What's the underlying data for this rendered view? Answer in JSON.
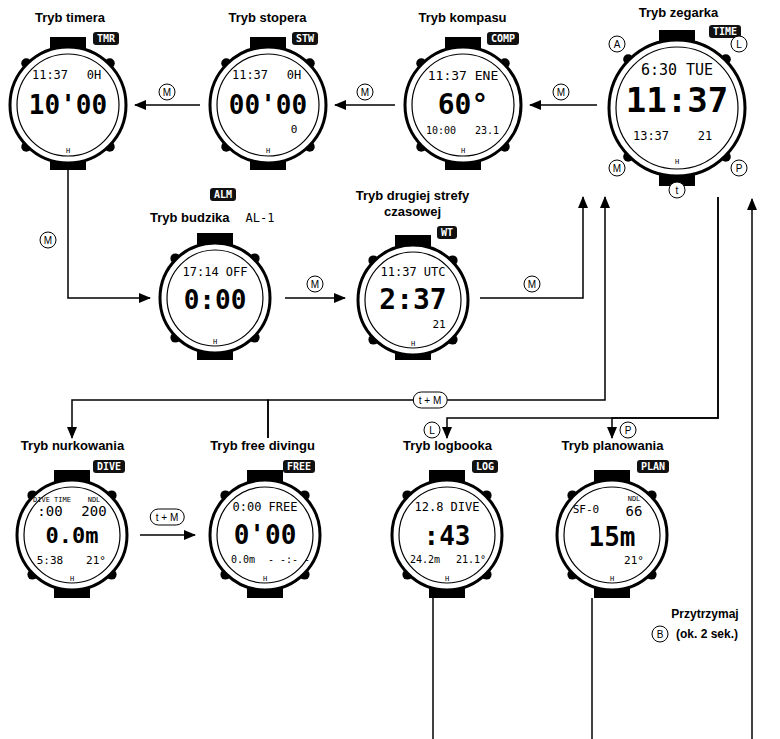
{
  "diagram": {
    "nodes": [
      {
        "text": [
          "Tryb zegarka",
          "TIME",
          "6:30 TUE",
          "11:37",
          "13:37",
          "21",
          "H"
        ]
      },
      {
        "text": [
          "Tryb kompasu",
          "COMP",
          "11:37 ENE",
          "60°",
          "10:00",
          "23.1",
          "H"
        ]
      },
      {
        "text": [
          "Tryb stopera",
          "STW",
          "11:37",
          "0H",
          "00'00",
          "0",
          "H"
        ]
      },
      {
        "text": [
          "Tryb timera",
          "TMR",
          "11:37",
          "0H",
          "10'00",
          "H"
        ]
      },
      {
        "text": [
          "Tryb budzika",
          "ALM",
          "AL-1",
          "17:14 OFF",
          "0:00",
          "H"
        ]
      },
      {
        "text": [
          "Tryb drugiej strefy czasowej",
          "WT",
          "11:37 UTC",
          "2:37",
          "21",
          "H"
        ]
      },
      {
        "text": [
          "Tryb nurkowania",
          "DIVE",
          "DIVE TIME",
          ":00",
          "NDL",
          "200",
          "0.0m",
          "5:38",
          "21°",
          "H"
        ]
      },
      {
        "text": [
          "Tryb free divingu",
          "FREE",
          "0:00 FREE",
          "0'00",
          "0.0m",
          "- -:- -",
          "H"
        ]
      },
      {
        "text": [
          "Tryb logbooka",
          "LOG",
          "12.8 DIVE",
          ":43",
          "24.2m",
          "21.1°",
          "H"
        ]
      },
      {
        "text": [
          "Tryb planowania",
          "PLAN",
          "SF-0",
          "NDL",
          "66",
          "15m",
          "21°",
          "H"
        ]
      }
    ],
    "edges": [
      {
        "from": 0,
        "to": 1,
        "label": "M",
        "arrow": "to"
      },
      {
        "from": 1,
        "to": 2,
        "label": "M",
        "arrow": "to"
      },
      {
        "from": 2,
        "to": 3,
        "label": "M",
        "arrow": "to"
      },
      {
        "from": 3,
        "to": 4,
        "label": "M",
        "arrow": "to"
      },
      {
        "from": 4,
        "to": 5,
        "label": "M",
        "arrow": "to"
      },
      {
        "from": 5,
        "to": 0,
        "label": "M",
        "arrow": "to"
      },
      {
        "from": 7,
        "to": 0,
        "label": "t + M",
        "arrow": "to"
      },
      {
        "from": 7,
        "to": 6,
        "arrow": "to"
      },
      {
        "from": 6,
        "to": 7,
        "label": "t + M",
        "arrow": "to"
      },
      {
        "from": 0,
        "to": 8,
        "label": "L",
        "arrow": "to"
      },
      {
        "from": 0,
        "to": 9,
        "label": "P",
        "arrow": "to"
      }
    ],
    "labels": [
      "A",
      "L",
      "M",
      "P",
      "t",
      "Przytrzymaj",
      "B",
      "(ok. 2 sek.)"
    ]
  }
}
